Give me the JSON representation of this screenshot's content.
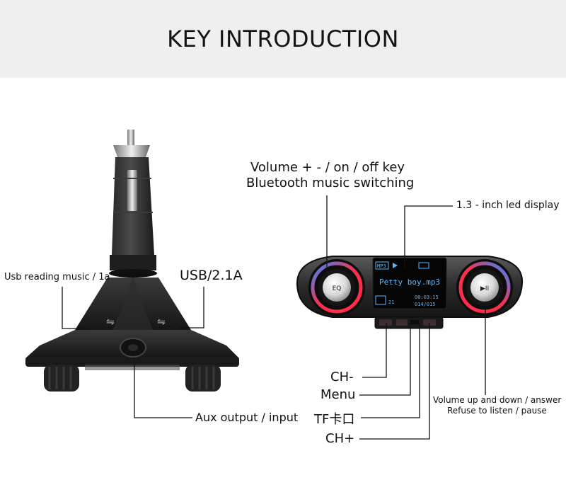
{
  "header": {
    "title": "KEY INTRODUCTION"
  },
  "labels": {
    "usb_reading": "Usb reading music / 1a",
    "usb_port": "USB/2.1A",
    "aux": "Aux output / input",
    "volume_key_line1": "Volume + - / on / off key",
    "volume_key_line2": "Bluetooth music switching",
    "led_display": "1.3 - inch led display",
    "ch_minus": "CH-",
    "menu": "Menu",
    "tf": "TF卡口",
    "ch_plus": "CH+",
    "answer_line1": "Volume up and down / answer",
    "answer_line2": "Refuse to listen / pause"
  },
  "device": {
    "eq_label": "EQ",
    "play_glyph": "▶II",
    "screen": {
      "song": "Petty boy.mp3",
      "time": "00:03:15",
      "track": "014/015",
      "folder": "21",
      "mode": "MP3"
    }
  },
  "colors": {
    "header_bg": "#efefef",
    "knob_ring_blue": "#2f8cff",
    "knob_ring_red": "#ff2d4a",
    "screen_text": "#5ab7ff"
  }
}
